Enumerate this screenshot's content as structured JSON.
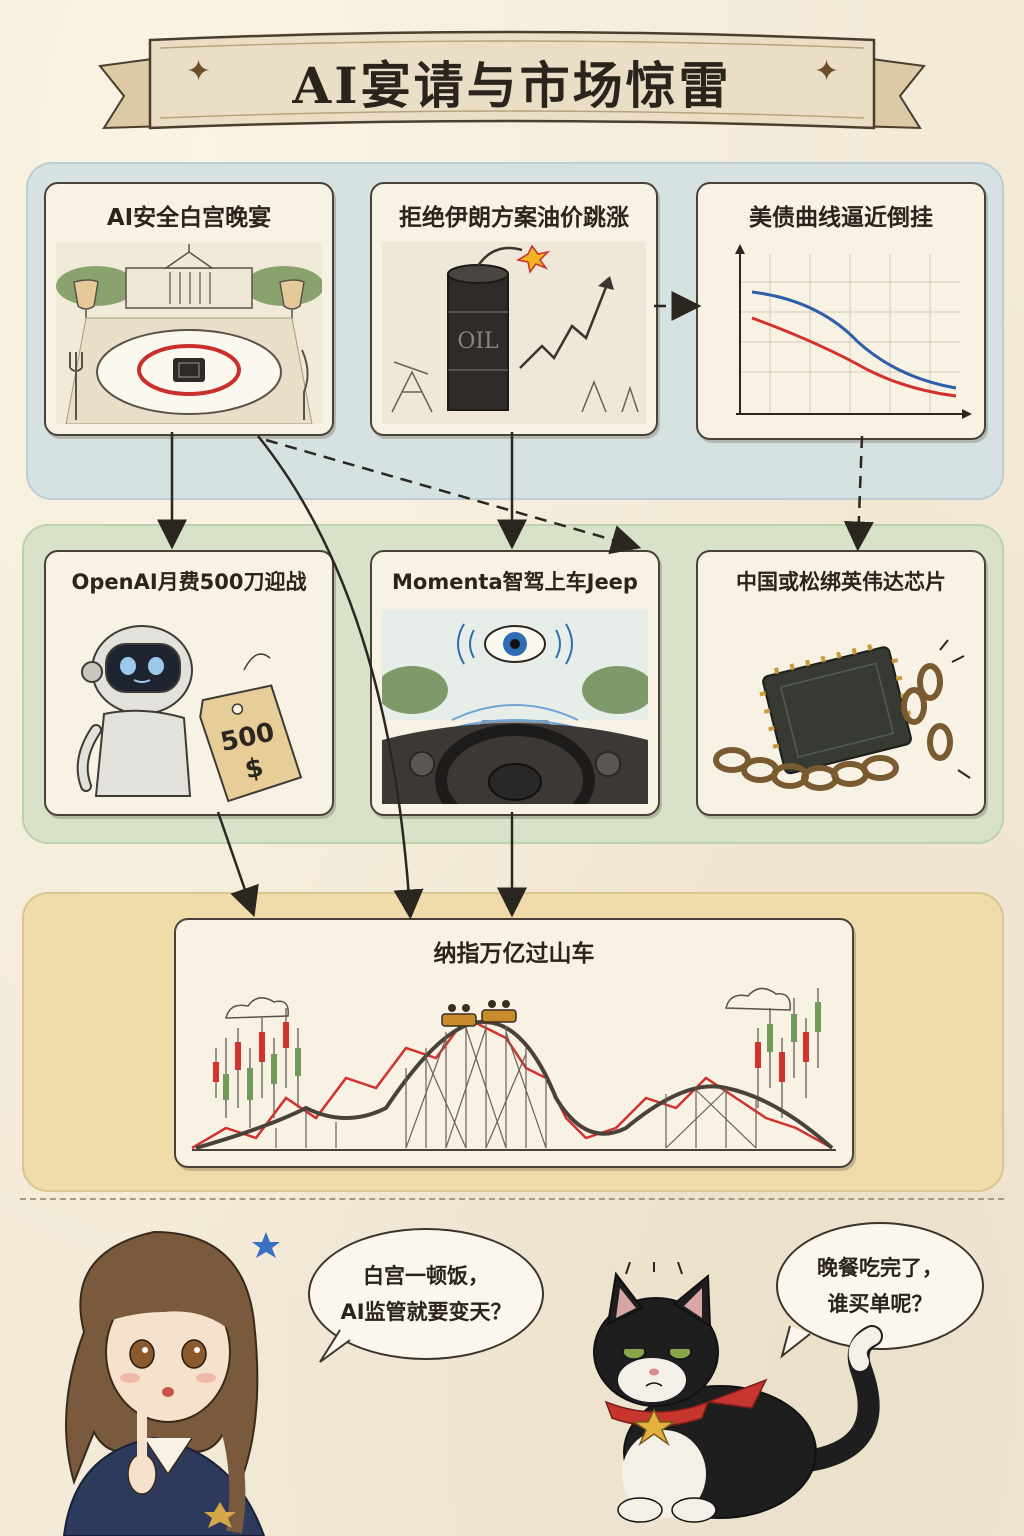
{
  "title": "AI宴请与市场惊雷",
  "title_stars": "✦",
  "colors": {
    "band_blue": "#d6e1e2",
    "band_green": "#d7e2c9",
    "band_yellow": "#efdcaa",
    "red_line": "#d2322c",
    "blue_line": "#2f5ea8"
  },
  "panels": {
    "white_house": {
      "label": "AI安全白宫晚宴",
      "icon": "dinner-plate-chip-icon"
    },
    "oil": {
      "label": "拒绝伊朗方案油价跳涨",
      "icon": "oil-barrel-bomb-icon",
      "barrel_text": "OIL"
    },
    "bonds": {
      "label": "美债曲线逼近倒挂",
      "icon": "yield-curve-icon"
    },
    "openai": {
      "label": "OpenAI月费500刀迎战",
      "icon": "robot-price-tag-icon",
      "tag_amount": "500",
      "tag_currency": "$"
    },
    "momenta": {
      "label": "Momenta智驾上车Jeep",
      "icon": "car-eye-icon"
    },
    "chip": {
      "label": "中国或松绑英伟达芯片",
      "icon": "chained-chip-icon"
    },
    "nasdaq": {
      "label": "纳指万亿过山车",
      "icon": "roller-coaster-icon"
    }
  },
  "speech": {
    "girl": {
      "line1": "白宫一顿饭，",
      "line2": "AI监管就要变天？"
    },
    "cat": {
      "line1": "晚餐吃完了，",
      "line2": "谁买单呢？"
    }
  }
}
